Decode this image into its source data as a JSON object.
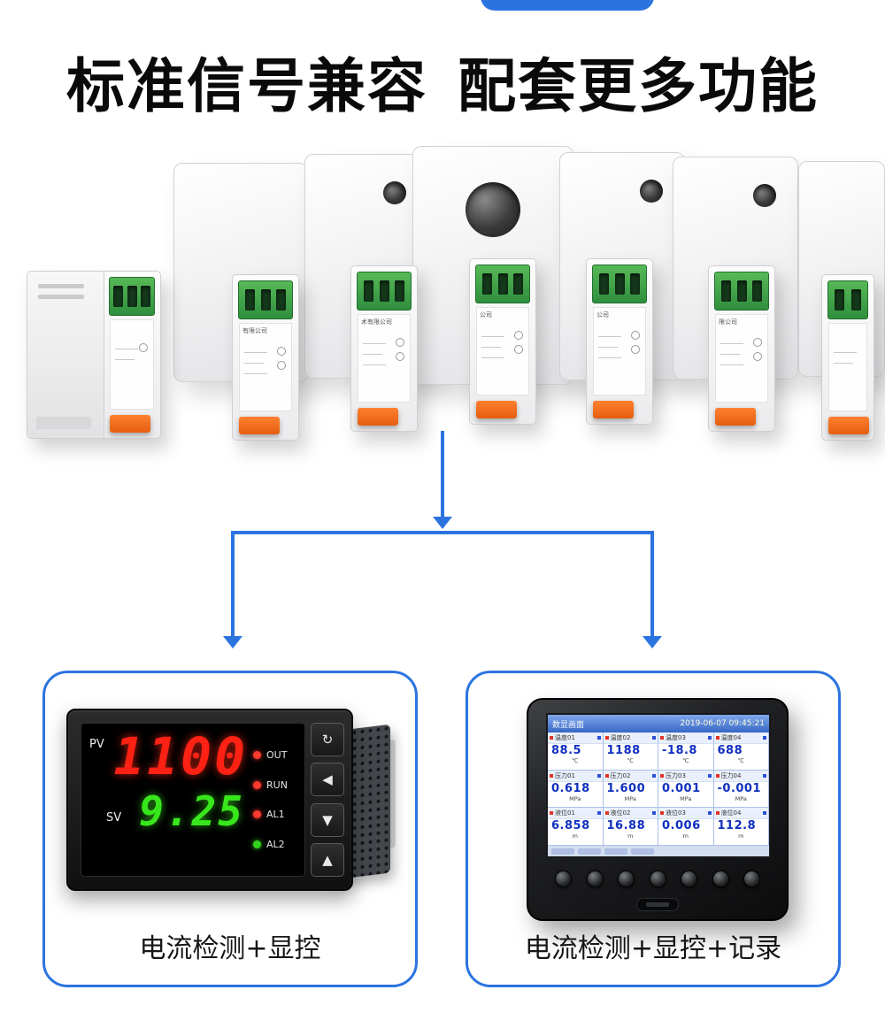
{
  "theme": {
    "accent": "#2b74e0",
    "pv_red": "#ff2114",
    "sv_green": "#38e61c",
    "recorder_value_blue": "#1030c0"
  },
  "heading": {
    "part1": "标准信号兼容",
    "part2": "配套更多功能"
  },
  "products": {
    "labels": [
      "有限公司",
      "术有限公司",
      "公司",
      "公司",
      "限公司"
    ]
  },
  "left_card": {
    "caption": "电流检测+显控",
    "meter": {
      "pv_label": "PV",
      "pv_value": "1100",
      "sv_label": "SV",
      "sv_value": "9.25",
      "indicators": [
        {
          "label": "OUT",
          "color": "#ff3b30"
        },
        {
          "label": "RUN",
          "color": "#ff3b30"
        },
        {
          "label": "AL1",
          "color": "#ff3b30"
        },
        {
          "label": "AL2",
          "color": "#34d21f"
        }
      ],
      "buttons": [
        "↻",
        "◀",
        "▼",
        "▲"
      ]
    }
  },
  "right_card": {
    "caption": "电流检测+显控+记录",
    "recorder": {
      "title": "数显画面",
      "timestamp": "2019-06-07 09:45:21",
      "cells": [
        {
          "name": "温度01",
          "value": "88.5",
          "unit": "℃"
        },
        {
          "name": "温度02",
          "value": "1188",
          "unit": "℃"
        },
        {
          "name": "温度03",
          "value": "-18.8",
          "unit": "℃"
        },
        {
          "name": "温度04",
          "value": "688",
          "unit": "℃"
        },
        {
          "name": "压力01",
          "value": "0.618",
          "unit": "MPa"
        },
        {
          "name": "压力02",
          "value": "1.600",
          "unit": "MPa"
        },
        {
          "name": "压力03",
          "value": "0.001",
          "unit": "MPa"
        },
        {
          "name": "压力04",
          "value": "-0.001",
          "unit": "MPa"
        },
        {
          "name": "液位01",
          "value": "6.858",
          "unit": "m"
        },
        {
          "name": "液位02",
          "value": "16.88",
          "unit": "m"
        },
        {
          "name": "液位03",
          "value": "0.006",
          "unit": "m"
        },
        {
          "name": "液位04",
          "value": "112.8",
          "unit": "m"
        }
      ]
    }
  }
}
